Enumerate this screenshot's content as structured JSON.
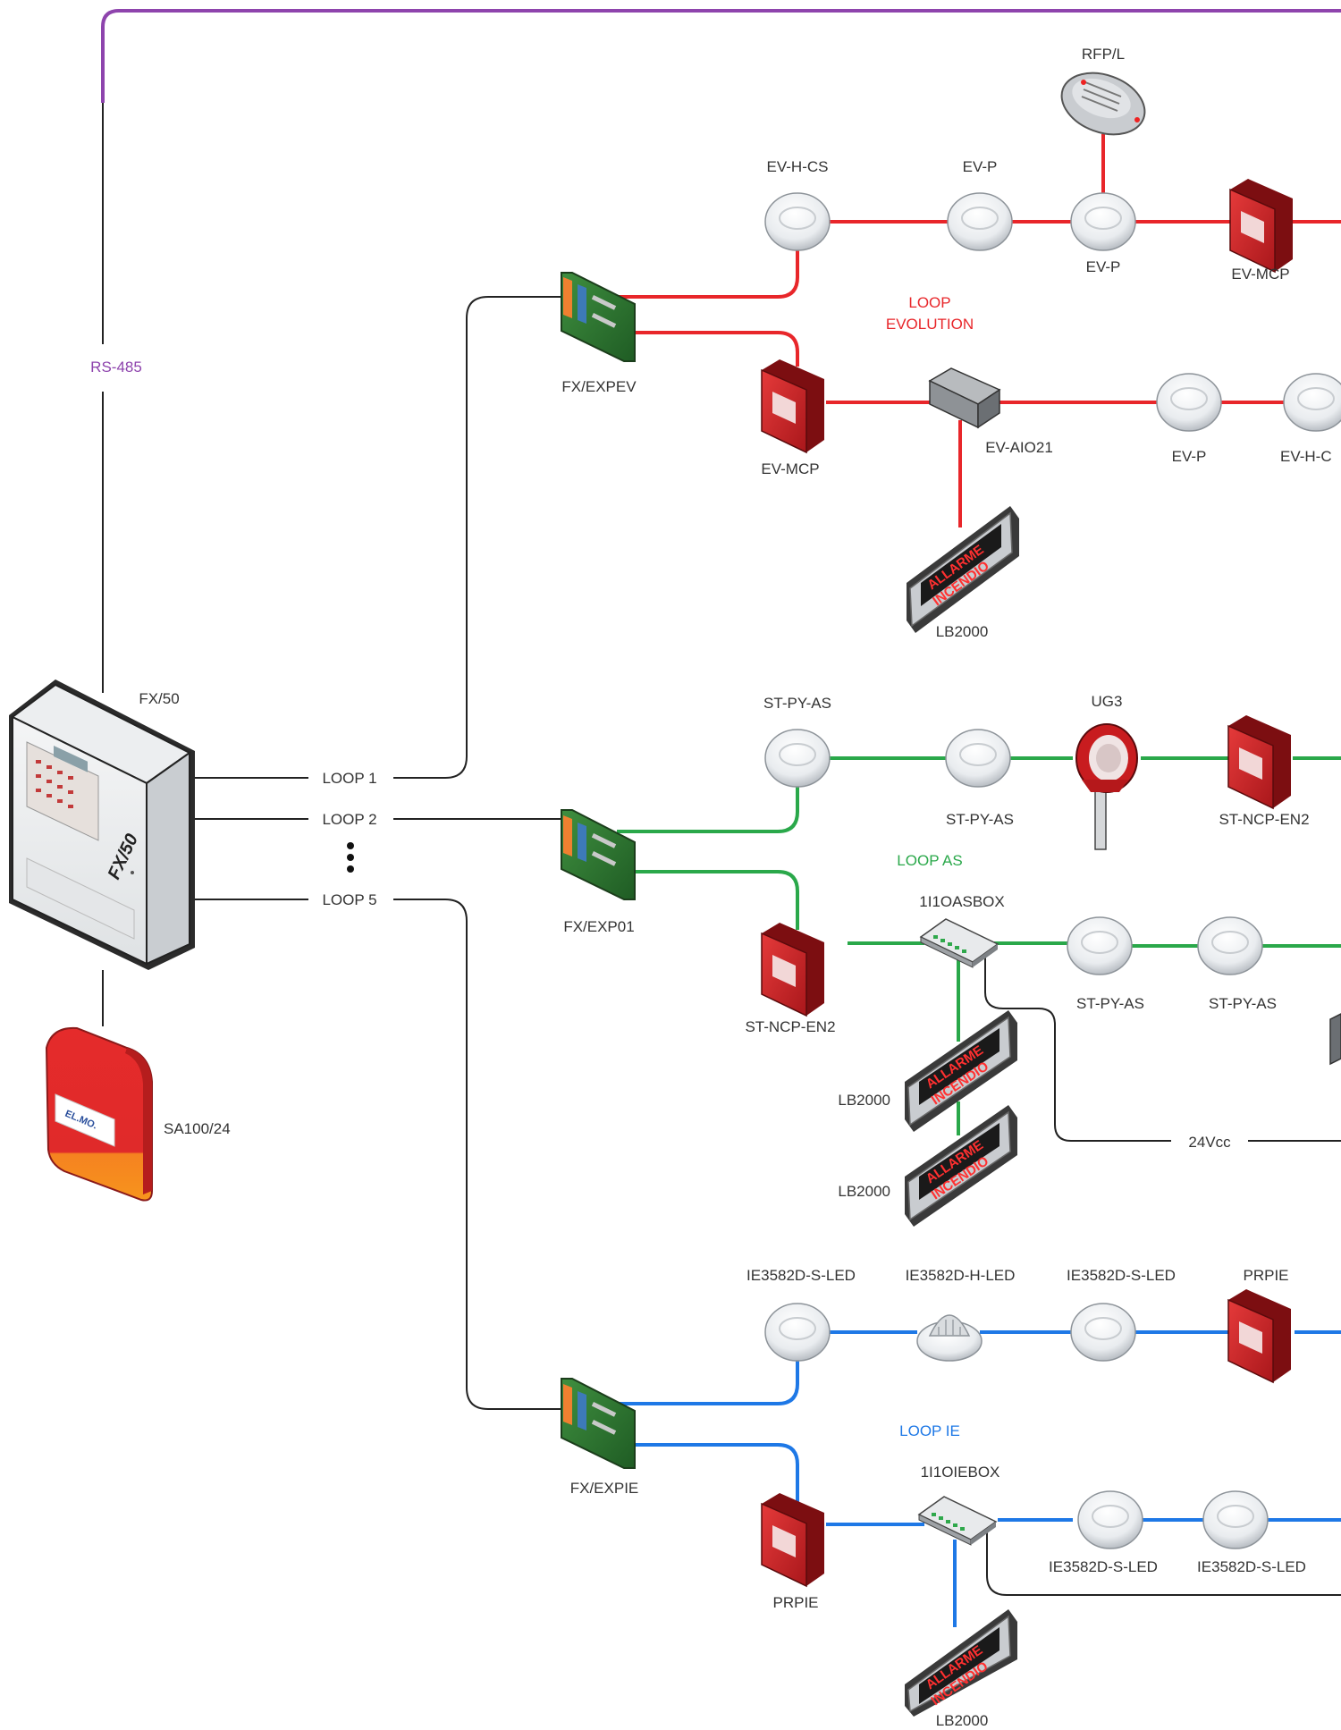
{
  "bus": {
    "label": "RS-485",
    "color": "#8e44ad"
  },
  "panel": {
    "label": "FX/50",
    "model_text": "FX/50"
  },
  "sounder": {
    "label": "SA100/24",
    "brand": "EL.MO."
  },
  "loops": {
    "loop1": "LOOP 1",
    "loop2": "LOOP 2",
    "loop5": "LOOP 5"
  },
  "power_label": "24Vcc",
  "led_panel_text": {
    "line1": "ALLARME",
    "line2": "INCENDIO"
  },
  "groups": {
    "evolution": {
      "title_line1": "LOOP",
      "title_line2": "EVOLUTION",
      "color": "#e8262a",
      "card": "FX/EXPEV",
      "devices": {
        "ev_h_cs_top": "EV-H-CS",
        "ev_p_top1": "EV-P",
        "rfp": "RFP/L",
        "ev_p_top2": "EV-P",
        "ev_mcp_top": "EV-MCP",
        "ev_mcp_bottom": "EV-MCP",
        "ev_aio21": "EV-AIO21",
        "ev_p_bottom": "EV-P",
        "ev_h_cs_bottom": "EV-H-C",
        "lb2000": "LB2000"
      }
    },
    "as": {
      "title": "LOOP AS",
      "color": "#2aa84a",
      "card": "FX/EXP01",
      "devices": {
        "st_py_as_top1": "ST-PY-AS",
        "st_py_as_top2": "ST-PY-AS",
        "ug3": "UG3",
        "st_ncp_top": "ST-NCP-EN2",
        "st_ncp_bottom": "ST-NCP-EN2",
        "box": "1I1OASBOX",
        "st_py_as_b1": "ST-PY-AS",
        "st_py_as_b2": "ST-PY-AS",
        "lb2000_1": "LB2000",
        "lb2000_2": "LB2000"
      }
    },
    "ie": {
      "title": "LOOP IE",
      "color": "#1e78e6",
      "card": "FX/EXPIE",
      "devices": {
        "ie_s_top1": "IE3582D-S-LED",
        "ie_h_top": "IE3582D-H-LED",
        "ie_s_top2": "IE3582D-S-LED",
        "prpie_top": "PRPIE",
        "prpie_bottom": "PRPIE",
        "box": "1I1OIEBOX",
        "ie_s_b1": "IE3582D-S-LED",
        "ie_s_b2": "IE3582D-S-LED",
        "lb2000": "LB2000"
      }
    }
  }
}
